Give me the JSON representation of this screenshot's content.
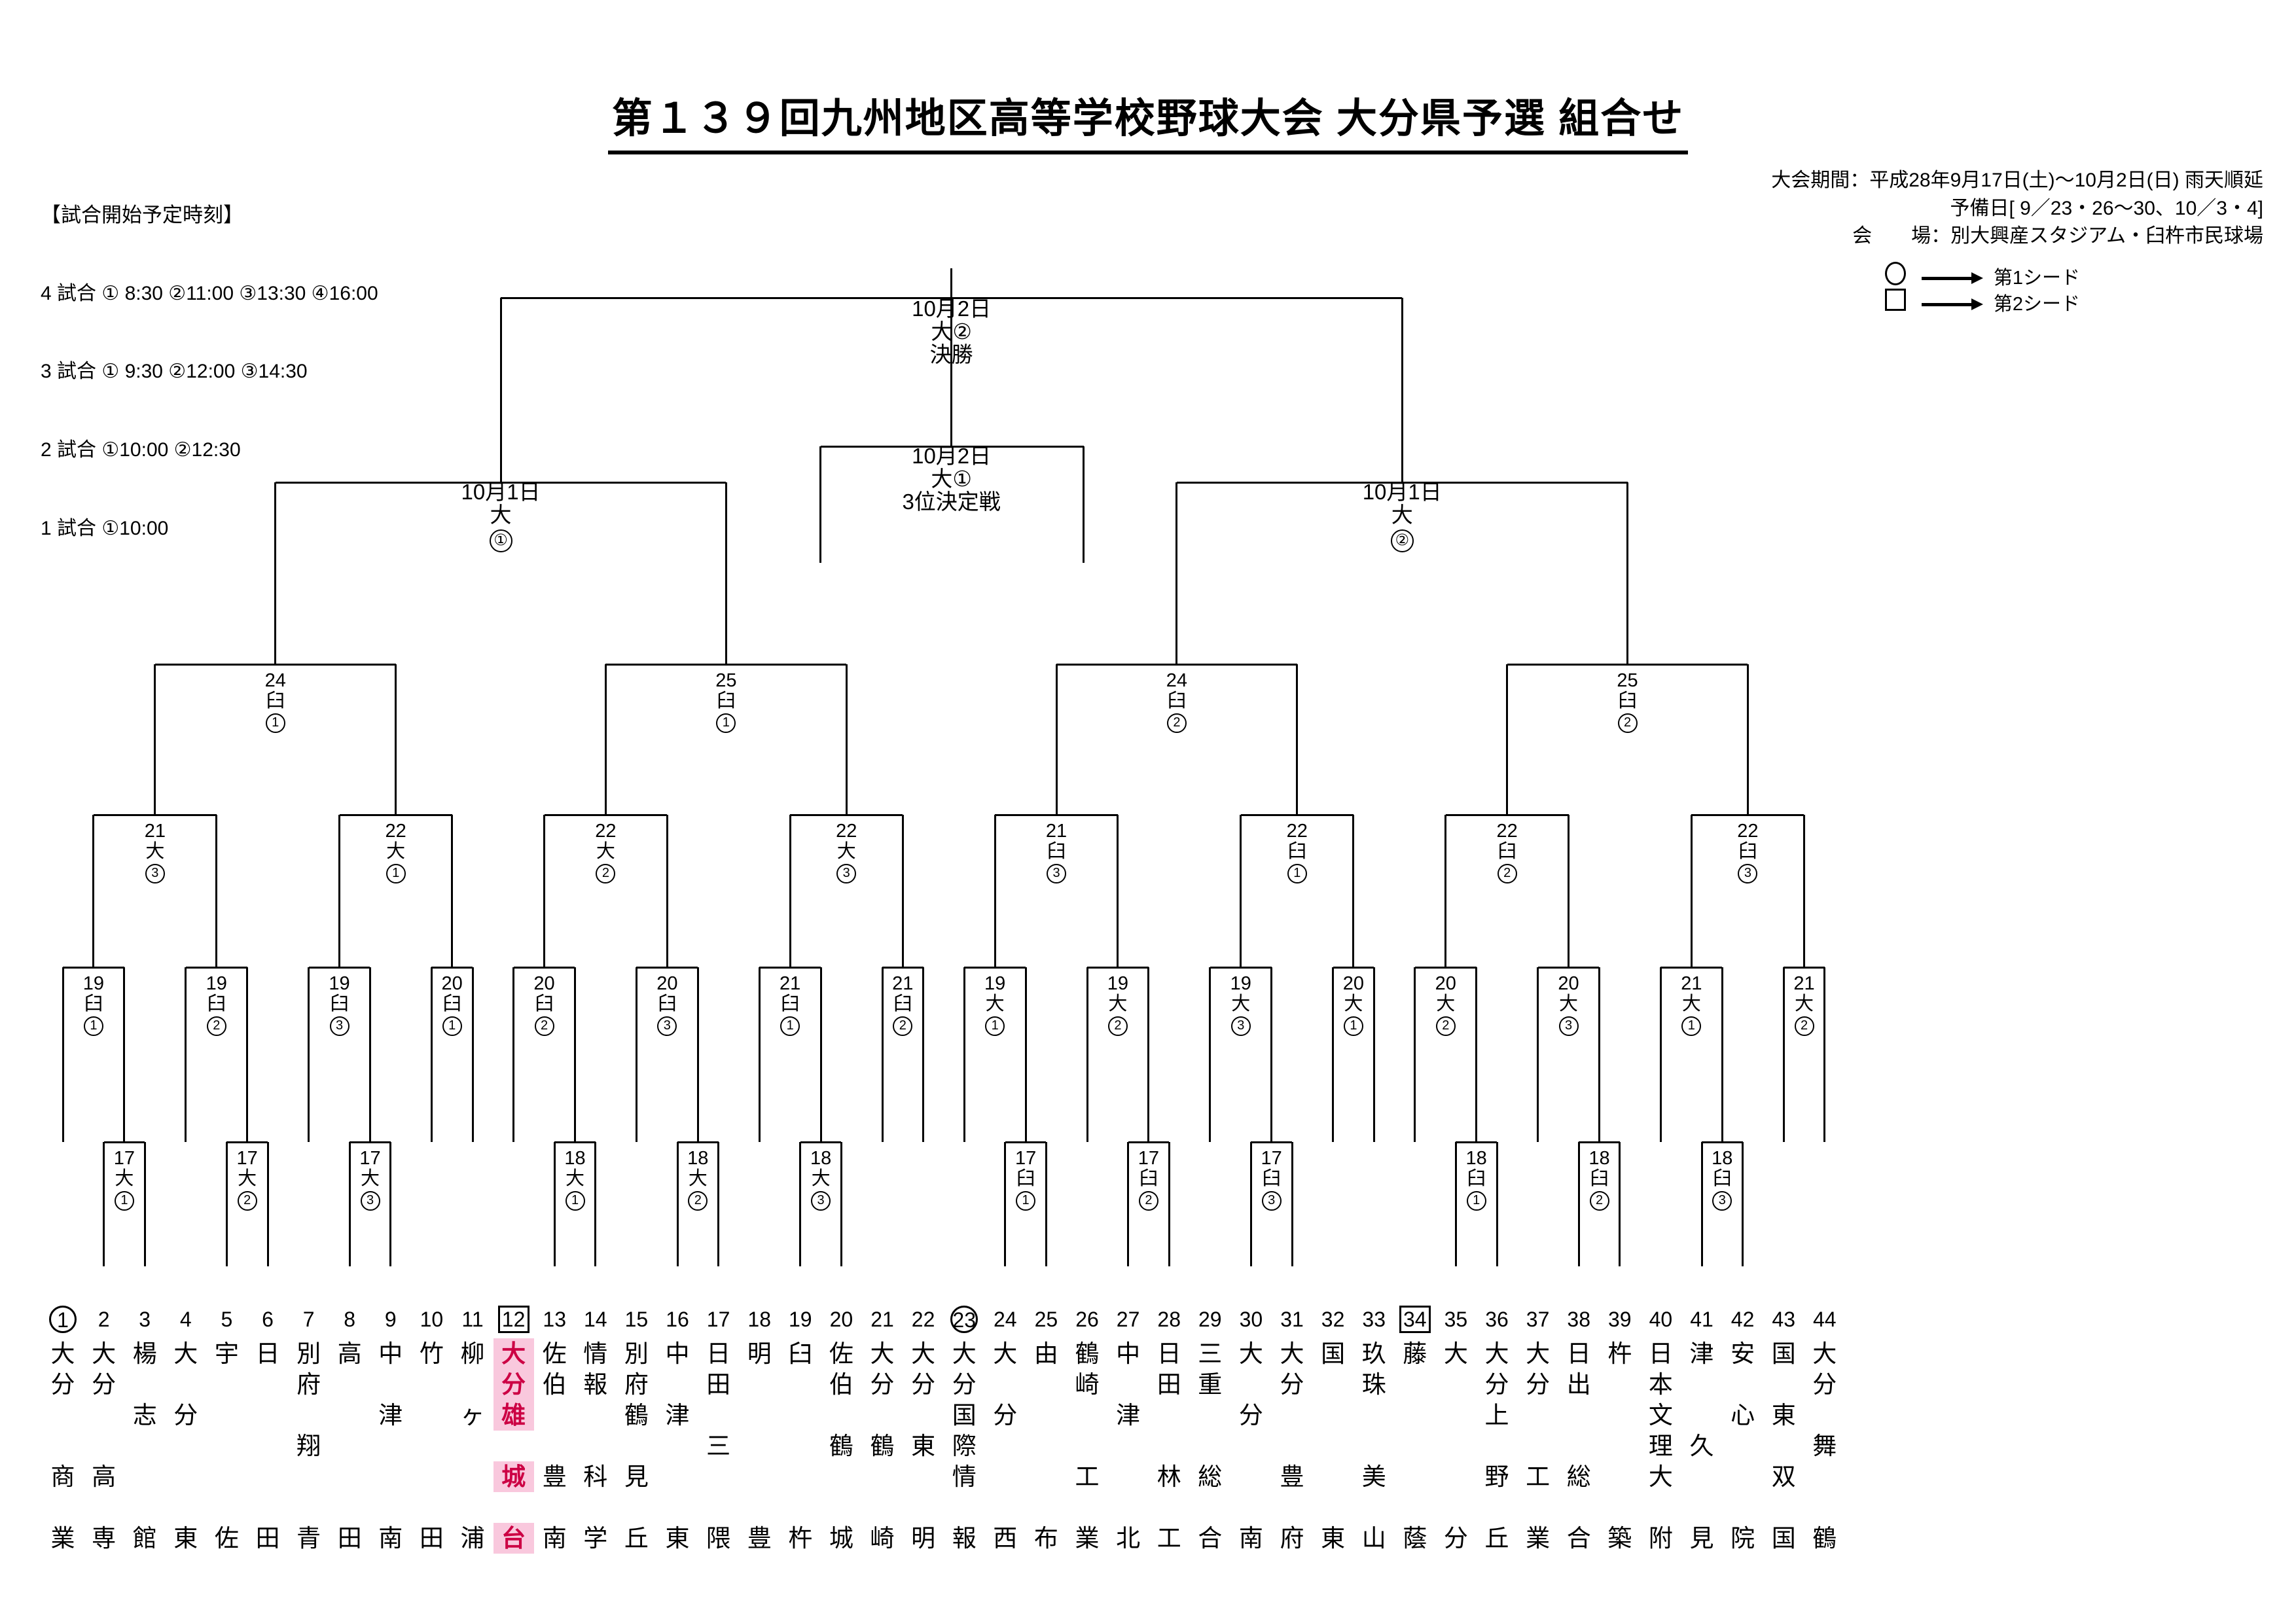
{
  "title": "第１３９回九州地区高等学校野球大会 大分県予選 組合せ",
  "schedule": {
    "heading": "【試合開始予定時刻】",
    "rows": [
      "4 試合 ① 8:30 ②11:00 ③13:30 ④16:00",
      "3 試合 ① 9:30 ②12:00 ③14:30",
      "2 試合 ①10:00 ②12:30",
      "1 試合 ①10:00"
    ]
  },
  "info": {
    "period": "大会期間：平成28年9月17日(土)～10月2日(日) 雨天順延",
    "reserve": "予備日[ 9／23・26～30、10／3・4]",
    "venue": "会　　場：別大興産スタジアム・臼杵市民球場"
  },
  "seed_key": [
    {
      "marker": "circle",
      "label": "第1シード"
    },
    {
      "marker": "square",
      "label": "第2シード"
    }
  ],
  "rounds": {
    "final": {
      "date": "10月2日",
      "venue": "大②",
      "name": "決勝"
    },
    "third_place": {
      "date": "10月2日",
      "venue": "大①",
      "name": "3位決定戦"
    },
    "semifinals": [
      {
        "date": "10月1日",
        "venue": "大",
        "game": "①"
      },
      {
        "date": "10月1日",
        "venue": "大",
        "game": "②"
      }
    ],
    "quarterfinals": [
      {
        "day": "24",
        "venue": "臼",
        "game": "①"
      },
      {
        "day": "25",
        "venue": "臼",
        "game": "①"
      },
      {
        "day": "24",
        "venue": "臼",
        "game": "②"
      },
      {
        "day": "25",
        "venue": "臼",
        "game": "②"
      }
    ],
    "round16": [
      {
        "day": "21",
        "venue": "大",
        "game": "③"
      },
      {
        "day": "22",
        "venue": "大",
        "game": "①"
      },
      {
        "day": "22",
        "venue": "大",
        "game": "②"
      },
      {
        "day": "22",
        "venue": "大",
        "game": "③"
      },
      {
        "day": "21",
        "venue": "臼",
        "game": "③"
      },
      {
        "day": "22",
        "venue": "臼",
        "game": "①"
      },
      {
        "day": "22",
        "venue": "臼",
        "game": "②"
      },
      {
        "day": "22",
        "venue": "臼",
        "game": "③"
      }
    ],
    "round3": [
      {
        "day": "19",
        "venue": "臼",
        "game": "①"
      },
      {
        "day": "19",
        "venue": "臼",
        "game": "②"
      },
      {
        "day": "19",
        "venue": "臼",
        "game": "③"
      },
      {
        "day": "20",
        "venue": "臼",
        "game": "①"
      },
      {
        "day": "20",
        "venue": "臼",
        "game": "②"
      },
      {
        "day": "20",
        "venue": "臼",
        "game": "③"
      },
      {
        "day": "21",
        "venue": "臼",
        "game": "①"
      },
      {
        "day": "21",
        "venue": "臼",
        "game": "②"
      },
      {
        "day": "19",
        "venue": "大",
        "game": "①"
      },
      {
        "day": "19",
        "venue": "大",
        "game": "②"
      },
      {
        "day": "19",
        "venue": "大",
        "game": "③"
      },
      {
        "day": "20",
        "venue": "大",
        "game": "①"
      },
      {
        "day": "20",
        "venue": "大",
        "game": "②"
      },
      {
        "day": "20",
        "venue": "大",
        "game": "③"
      },
      {
        "day": "21",
        "venue": "大",
        "game": "①"
      },
      {
        "day": "21",
        "venue": "大",
        "game": "②"
      }
    ],
    "round1": [
      {
        "day": "17",
        "venue": "大",
        "game": "①"
      },
      {
        "day": "17",
        "venue": "大",
        "game": "②"
      },
      {
        "day": "17",
        "venue": "大",
        "game": "③"
      },
      {
        "day": "18",
        "venue": "大",
        "game": "①"
      },
      {
        "day": "18",
        "venue": "大",
        "game": "②"
      },
      {
        "day": "18",
        "venue": "大",
        "game": "③"
      },
      {
        "day": "17",
        "venue": "臼",
        "game": "①"
      },
      {
        "day": "17",
        "venue": "臼",
        "game": "②"
      },
      {
        "day": "17",
        "venue": "臼",
        "game": "③"
      },
      {
        "day": "18",
        "venue": "臼",
        "game": "①"
      },
      {
        "day": "18",
        "venue": "臼",
        "game": "②"
      },
      {
        "day": "18",
        "venue": "臼",
        "game": "③"
      }
    ]
  },
  "teams": [
    {
      "no": "1",
      "seed": "circle",
      "name": "大分商業",
      "chars": [
        "大",
        "分",
        "",
        "",
        "商",
        "",
        "業"
      ]
    },
    {
      "no": "2",
      "seed": "",
      "name": "大分高専",
      "chars": [
        "大",
        "分",
        "",
        "",
        "高",
        "",
        "専"
      ]
    },
    {
      "no": "3",
      "seed": "",
      "name": "楊志館",
      "chars": [
        "楊",
        "",
        "志",
        "",
        "",
        "",
        "館"
      ]
    },
    {
      "no": "4",
      "seed": "",
      "name": "大分東",
      "chars": [
        "大",
        "",
        "分",
        "",
        "",
        "",
        "東"
      ]
    },
    {
      "no": "5",
      "seed": "",
      "name": "宇佐",
      "chars": [
        "宇",
        "",
        "",
        "",
        "",
        "",
        "佐"
      ]
    },
    {
      "no": "6",
      "seed": "",
      "name": "日田",
      "chars": [
        "日",
        "",
        "",
        "",
        "",
        "",
        "田"
      ]
    },
    {
      "no": "7",
      "seed": "",
      "name": "別府翔青",
      "chars": [
        "別",
        "府",
        "",
        "翔",
        "",
        "",
        "青"
      ]
    },
    {
      "no": "8",
      "seed": "",
      "name": "高田",
      "chars": [
        "高",
        "",
        "",
        "",
        "",
        "",
        "田"
      ]
    },
    {
      "no": "9",
      "seed": "",
      "name": "中津南",
      "chars": [
        "中",
        "",
        "津",
        "",
        "",
        "",
        "南"
      ]
    },
    {
      "no": "10",
      "seed": "",
      "name": "竹田",
      "chars": [
        "竹",
        "",
        "",
        "",
        "",
        "",
        "田"
      ]
    },
    {
      "no": "11",
      "seed": "",
      "name": "柳ヶ浦",
      "chars": [
        "柳",
        "",
        "ヶ",
        "",
        "",
        "",
        "浦"
      ]
    },
    {
      "no": "12",
      "seed": "square",
      "name": "大分雄城台",
      "chars": [
        "大",
        "分",
        "雄",
        "",
        "城",
        "",
        "台"
      ],
      "highlight": true
    },
    {
      "no": "13",
      "seed": "",
      "name": "佐伯豊南",
      "chars": [
        "佐",
        "伯",
        "",
        "",
        "豊",
        "",
        "南"
      ]
    },
    {
      "no": "14",
      "seed": "",
      "name": "情報科学",
      "chars": [
        "情",
        "報",
        "",
        "",
        "科",
        "",
        "学"
      ]
    },
    {
      "no": "15",
      "seed": "",
      "name": "別府鶴見丘",
      "chars": [
        "別",
        "府",
        "鶴",
        "",
        "見",
        "",
        "丘"
      ]
    },
    {
      "no": "16",
      "seed": "",
      "name": "中津東",
      "chars": [
        "中",
        "",
        "津",
        "",
        "",
        "",
        "東"
      ]
    },
    {
      "no": "17",
      "seed": "",
      "name": "日田三隈",
      "chars": [
        "日",
        "田",
        "",
        "三",
        "",
        "",
        "隈"
      ]
    },
    {
      "no": "18",
      "seed": "",
      "name": "明豊",
      "chars": [
        "明",
        "",
        "",
        "",
        "",
        "",
        "豊"
      ]
    },
    {
      "no": "19",
      "seed": "",
      "name": "臼杵",
      "chars": [
        "臼",
        "",
        "",
        "",
        "",
        "",
        "杵"
      ]
    },
    {
      "no": "20",
      "seed": "",
      "name": "佐伯鶴城",
      "chars": [
        "佐",
        "伯",
        "",
        "鶴",
        "",
        "",
        "城"
      ]
    },
    {
      "no": "21",
      "seed": "",
      "name": "大分鶴崎",
      "chars": [
        "大",
        "分",
        "",
        "鶴",
        "",
        "",
        "崎"
      ]
    },
    {
      "no": "22",
      "seed": "",
      "name": "大分東明",
      "chars": [
        "大",
        "分",
        "",
        "東",
        "",
        "",
        "明"
      ]
    },
    {
      "no": "23",
      "seed": "circle",
      "name": "大分国際情報",
      "chars": [
        "大",
        "分",
        "国",
        "際",
        "情",
        "",
        "報"
      ]
    },
    {
      "no": "24",
      "seed": "",
      "name": "大分西",
      "chars": [
        "大",
        "",
        "分",
        "",
        "",
        "",
        "西"
      ]
    },
    {
      "no": "25",
      "seed": "",
      "name": "由布",
      "chars": [
        "由",
        "",
        "",
        "",
        "",
        "",
        "布"
      ]
    },
    {
      "no": "26",
      "seed": "",
      "name": "鶴崎工業",
      "chars": [
        "鶴",
        "崎",
        "",
        "",
        "工",
        "",
        "業"
      ]
    },
    {
      "no": "27",
      "seed": "",
      "name": "中津北",
      "chars": [
        "中",
        "",
        "津",
        "",
        "",
        "",
        "北"
      ]
    },
    {
      "no": "28",
      "seed": "",
      "name": "日田林工",
      "chars": [
        "日",
        "田",
        "",
        "",
        "林",
        "",
        "工"
      ]
    },
    {
      "no": "29",
      "seed": "",
      "name": "三重総合",
      "chars": [
        "三",
        "重",
        "",
        "",
        "総",
        "",
        "合"
      ]
    },
    {
      "no": "30",
      "seed": "",
      "name": "大分南",
      "chars": [
        "大",
        "",
        "分",
        "",
        "",
        "",
        "南"
      ]
    },
    {
      "no": "31",
      "seed": "",
      "name": "大分豊府",
      "chars": [
        "大",
        "分",
        "",
        "",
        "豊",
        "",
        "府"
      ]
    },
    {
      "no": "32",
      "seed": "",
      "name": "国東",
      "chars": [
        "国",
        "",
        "",
        "",
        "",
        "",
        "東"
      ]
    },
    {
      "no": "33",
      "seed": "",
      "name": "玖珠美山",
      "chars": [
        "玖",
        "珠",
        "",
        "",
        "美",
        "",
        "山"
      ]
    },
    {
      "no": "34",
      "seed": "square",
      "name": "藤蔭",
      "chars": [
        "藤",
        "",
        "",
        "",
        "",
        "",
        "蔭"
      ]
    },
    {
      "no": "35",
      "seed": "",
      "name": "大分",
      "chars": [
        "大",
        "",
        "",
        "",
        "",
        "",
        "分"
      ]
    },
    {
      "no": "36",
      "seed": "",
      "name": "大分上野丘",
      "chars": [
        "大",
        "分",
        "上",
        "",
        "野",
        "",
        "丘"
      ]
    },
    {
      "no": "37",
      "seed": "",
      "name": "大分工業",
      "chars": [
        "大",
        "分",
        "",
        "",
        "工",
        "",
        "業"
      ]
    },
    {
      "no": "38",
      "seed": "",
      "name": "日出総合",
      "chars": [
        "日",
        "出",
        "",
        "",
        "総",
        "",
        "合"
      ]
    },
    {
      "no": "39",
      "seed": "",
      "name": "杵築",
      "chars": [
        "杵",
        "",
        "",
        "",
        "",
        "",
        "築"
      ]
    },
    {
      "no": "40",
      "seed": "",
      "name": "日本文理大附",
      "chars": [
        "日",
        "本",
        "文",
        "理",
        "大",
        "",
        "附"
      ]
    },
    {
      "no": "41",
      "seed": "",
      "name": "津久見",
      "chars": [
        "津",
        "",
        "",
        "久",
        "",
        "",
        "見"
      ]
    },
    {
      "no": "42",
      "seed": "",
      "name": "安心院",
      "chars": [
        "安",
        "",
        "心",
        "",
        "",
        "",
        "院"
      ]
    },
    {
      "no": "43",
      "seed": "",
      "name": "国東双国",
      "chars": [
        "国",
        "",
        "東",
        "",
        "双",
        "",
        "国"
      ]
    },
    {
      "no": "44",
      "seed": "",
      "name": "大分舞鶴",
      "chars": [
        "大",
        "分",
        "",
        "舞",
        "",
        "",
        "鶴"
      ]
    }
  ]
}
